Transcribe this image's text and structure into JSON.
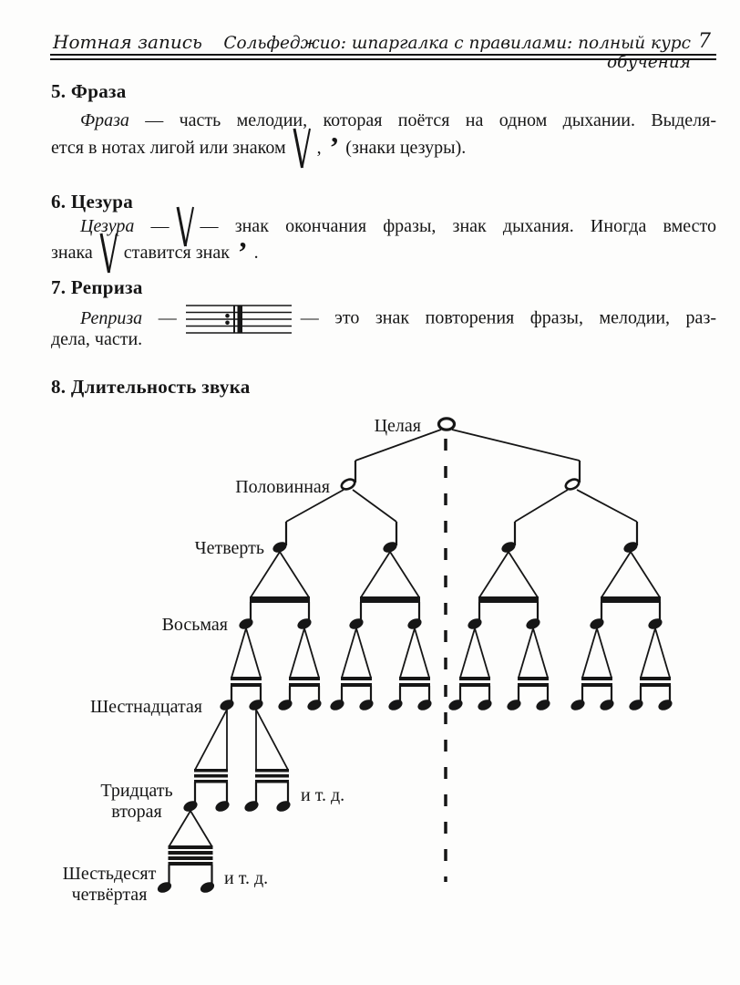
{
  "colors": {
    "ink": "#161616",
    "paper": "#fdfdfc"
  },
  "header": {
    "left": "Нотная запись",
    "right": "Сольфеджио: шпаргалка с правилами: полный курс обучения",
    "page_number": "7"
  },
  "sections": {
    "s5": {
      "heading": "5. Фраза",
      "line1_lead": "Фраза",
      "line1_rest": " — часть мелодии, которая поётся на одном дыхании. Выделя-",
      "line2_pre": "ется в нотах лигой или знаком",
      "line2_comma": ",",
      "line2_post": "(знаки цезуры)."
    },
    "s6": {
      "heading": "6. Цезура",
      "line1_lead": "Цезура",
      "line1_dash": "—",
      "line1_rest": "— знак окончания фразы, знак дыхания. Иногда вместо",
      "line2_pre": "знака",
      "line2_mid": "ставится знак",
      "line2_end": "."
    },
    "s7": {
      "heading": "7. Реприза",
      "line1_lead": "Реприза",
      "line1_dash": "—",
      "line1_rest": "— это знак повторения фразы, мелодии, раз-",
      "line2": "дела, части."
    },
    "s8": {
      "heading": "8. Длительность звука"
    }
  },
  "symbols": {
    "caesura_icon": "caesura-v-breath-mark",
    "repeat_sign_icon": "staff-repeat-sign",
    "breath_comma": "’"
  },
  "diagram": {
    "labels": {
      "whole": "Целая",
      "half": "Половинная",
      "quarter": "Четверть",
      "eighth": "Восьмая",
      "sixteenth": "Шестнадцатая",
      "thirty_second": [
        "Тридцать",
        "вторая"
      ],
      "sixty_fourth": [
        "Шестьдесят",
        "четвёртая"
      ],
      "etc": "и т. д."
    }
  }
}
